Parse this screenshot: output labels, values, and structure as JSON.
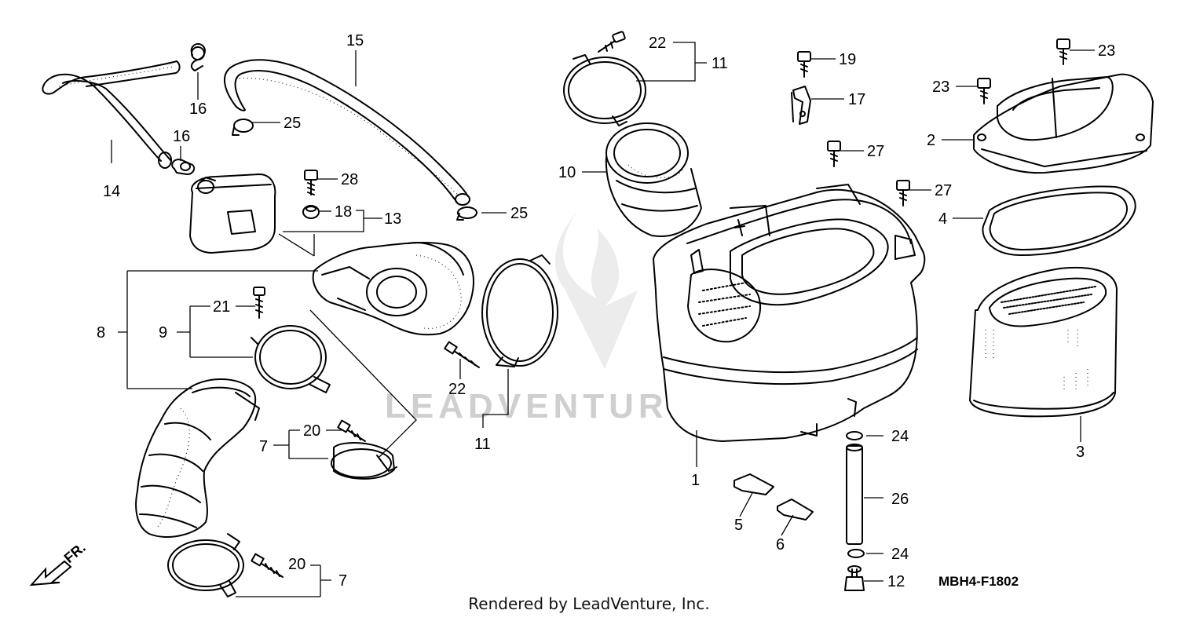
{
  "diagram_code": "MBH4-F1802",
  "credit": "Rendered by LeadVenture, Inc.",
  "watermark": "LEADVENTURE",
  "direction_label": "FR.",
  "callouts": {
    "c1": "1",
    "c2": "2",
    "c3": "3",
    "c4": "4",
    "c5": "5",
    "c6": "6",
    "c7a": "7",
    "c7b": "7",
    "c8": "8",
    "c9": "9",
    "c10": "10",
    "c11a": "11",
    "c11b": "11",
    "c12": "12",
    "c13": "13",
    "c14": "14",
    "c15": "15",
    "c16a": "16",
    "c16b": "16",
    "c17": "17",
    "c18": "18",
    "c19": "19",
    "c20a": "20",
    "c20b": "20",
    "c21": "21",
    "c22a": "22",
    "c22b": "22",
    "c23a": "23",
    "c23b": "23",
    "c24a": "24",
    "c24b": "24",
    "c25a": "25",
    "c25b": "25",
    "c26": "26",
    "c27a": "27",
    "c27b": "27",
    "c28": "28"
  }
}
